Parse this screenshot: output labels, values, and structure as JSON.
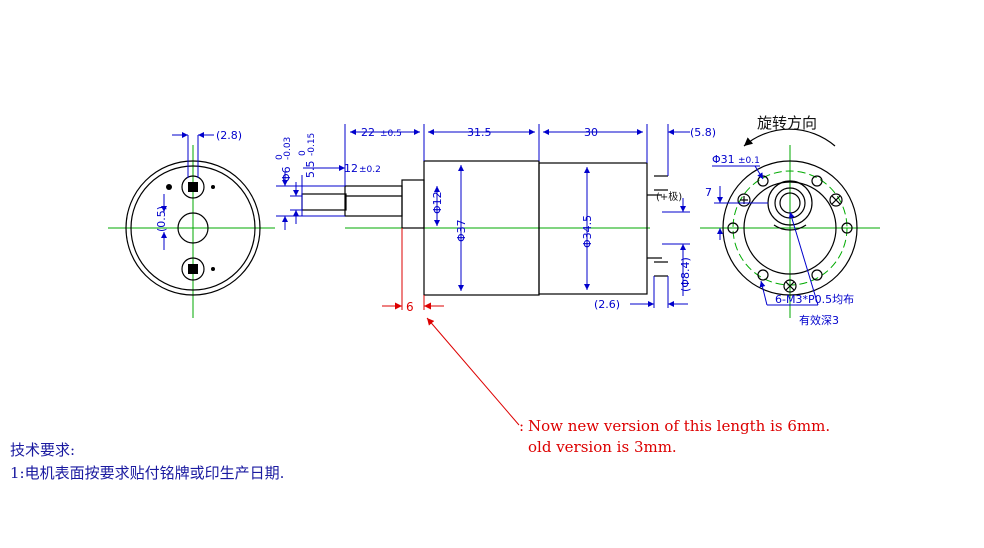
{
  "drawing": {
    "left_view": {
      "dim_top": "(2.8)",
      "dim_side": "(0.5)"
    },
    "side_view": {
      "shaft_dia": "Φ6",
      "shaft_dia_tol_upper": "0",
      "shaft_dia_tol_lower": "-0.03",
      "flat_dim": "5.5",
      "flat_tol_upper": "0",
      "flat_tol_lower": "-0.15",
      "shaft_len": "22",
      "shaft_len_tol": "±0.5",
      "flat_len": "12",
      "flat_len_tol": "±0.2",
      "gearbox_len": "31.5",
      "motor_len": "30",
      "terminal_len": "(5.8)",
      "boss_dia": "Φ12",
      "gearbox_dia": "Φ37",
      "motor_dia": "Φ34.5",
      "terminal_pitch": "(Φ8.4)",
      "terminal_offset": "(2.6)",
      "boss_len": "6",
      "polarity": "(+极)"
    },
    "right_view": {
      "rotation_label": "旋转方向",
      "pcd": "Φ31",
      "pcd_tol": "±0.1",
      "offset": "7",
      "thread_callout": "6-M3*P0.5均布",
      "thread_depth": "有效深3"
    }
  },
  "note": {
    "prefix": ":",
    "line1": "Now new version of this length is 6mm.",
    "line2": "old version is 3mm."
  },
  "tech_requirements": {
    "title": "技术要求:",
    "item1": "1:电机表面按要求贴付铭牌或印生产日期."
  },
  "colors": {
    "dimension": "#0000cc",
    "centerline": "#00aa00",
    "outline": "#000000",
    "annotation": "#dd0000"
  }
}
